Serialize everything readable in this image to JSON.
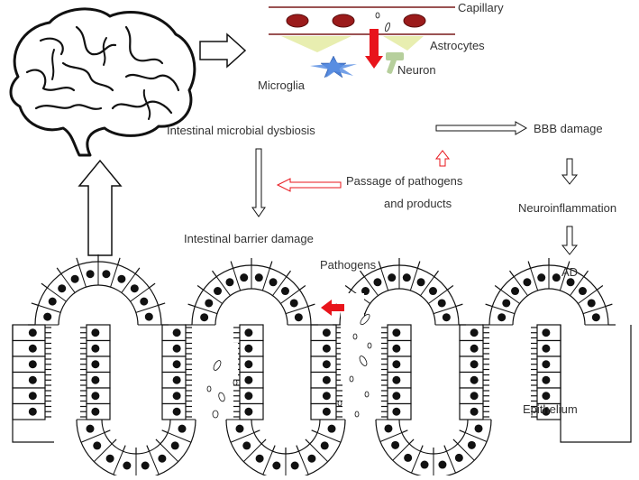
{
  "labels": {
    "capillary": "Capillary",
    "astrocytes": "Astrocytes",
    "neuron": "Neuron",
    "microglia": "Microglia",
    "dysbiosis": "Intestinal  microbial dysbiosis",
    "bbb_damage": "BBB damage",
    "passage_line1": "Passage of pathogens",
    "passage_line2": "and products",
    "neuroinflammation": "Neuroinflammation",
    "barrier_damage": "Intestinal barrier damage",
    "ad": "AD",
    "pathogens": "Pathogens",
    "epithelium": "Epithelium"
  },
  "icons": {
    "brain": "brain-icon",
    "red_arrow_color": "#e8141b",
    "red_cell_color": "#9b1b1b",
    "astrocyte_color": "#e8eeb0",
    "microglia_color": "#4a7fd6",
    "neuron_color": "#b6cf9c"
  }
}
